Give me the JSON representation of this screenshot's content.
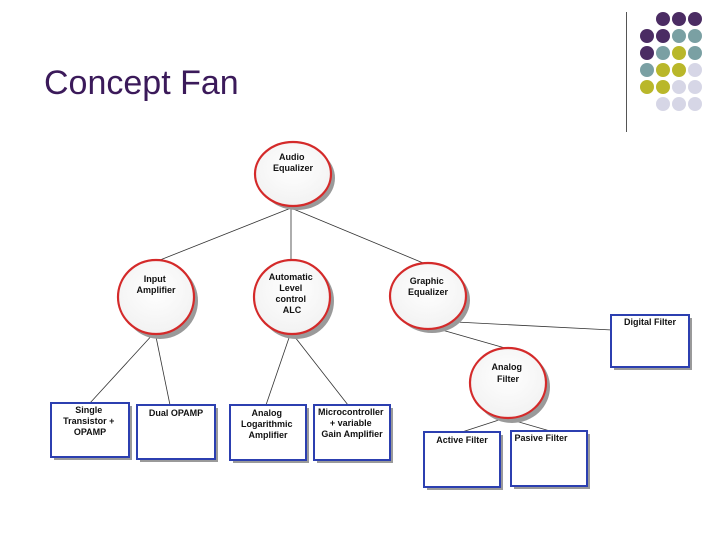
{
  "slide": {
    "title": "Concept Fan"
  },
  "colors": {
    "title": "#3b1a5a",
    "ellipse_stroke": "#d42a2a",
    "box_stroke": "#2c3fb0",
    "shadow": "#9a9a9a",
    "line": "#333333",
    "dot_purple": "#4b2c63",
    "dot_teal": "#7aa0a3",
    "dot_olive": "#b9b72a",
    "dot_lilac": "#d6d6e6"
  },
  "nodes": {
    "audio_equalizer": [
      "Audio",
      "Equalizer"
    ],
    "input_amplifier": [
      "Input",
      "Amplifier"
    ],
    "alc": [
      "Automatic",
      "Level",
      "control",
      "ALC"
    ],
    "graphic_equalizer": [
      "Graphic",
      "Equalizer"
    ],
    "analog_filter": [
      "Analog",
      "Filter"
    ],
    "digital_filter": [
      "Digital Filter"
    ],
    "single_transistor": [
      "Single",
      "Transistor +",
      "OPAMP"
    ],
    "dual_opamp": [
      "Dual OPAMP"
    ],
    "analog_log_amp": [
      "Analog",
      "Logarithmic",
      "Amplifier"
    ],
    "microcontroller": [
      "Microcontroller",
      "+ variable",
      "Gain Amplifier"
    ],
    "active_filter": [
      "Active Filter"
    ],
    "pasive_filter": [
      "Pasive Filter"
    ]
  }
}
